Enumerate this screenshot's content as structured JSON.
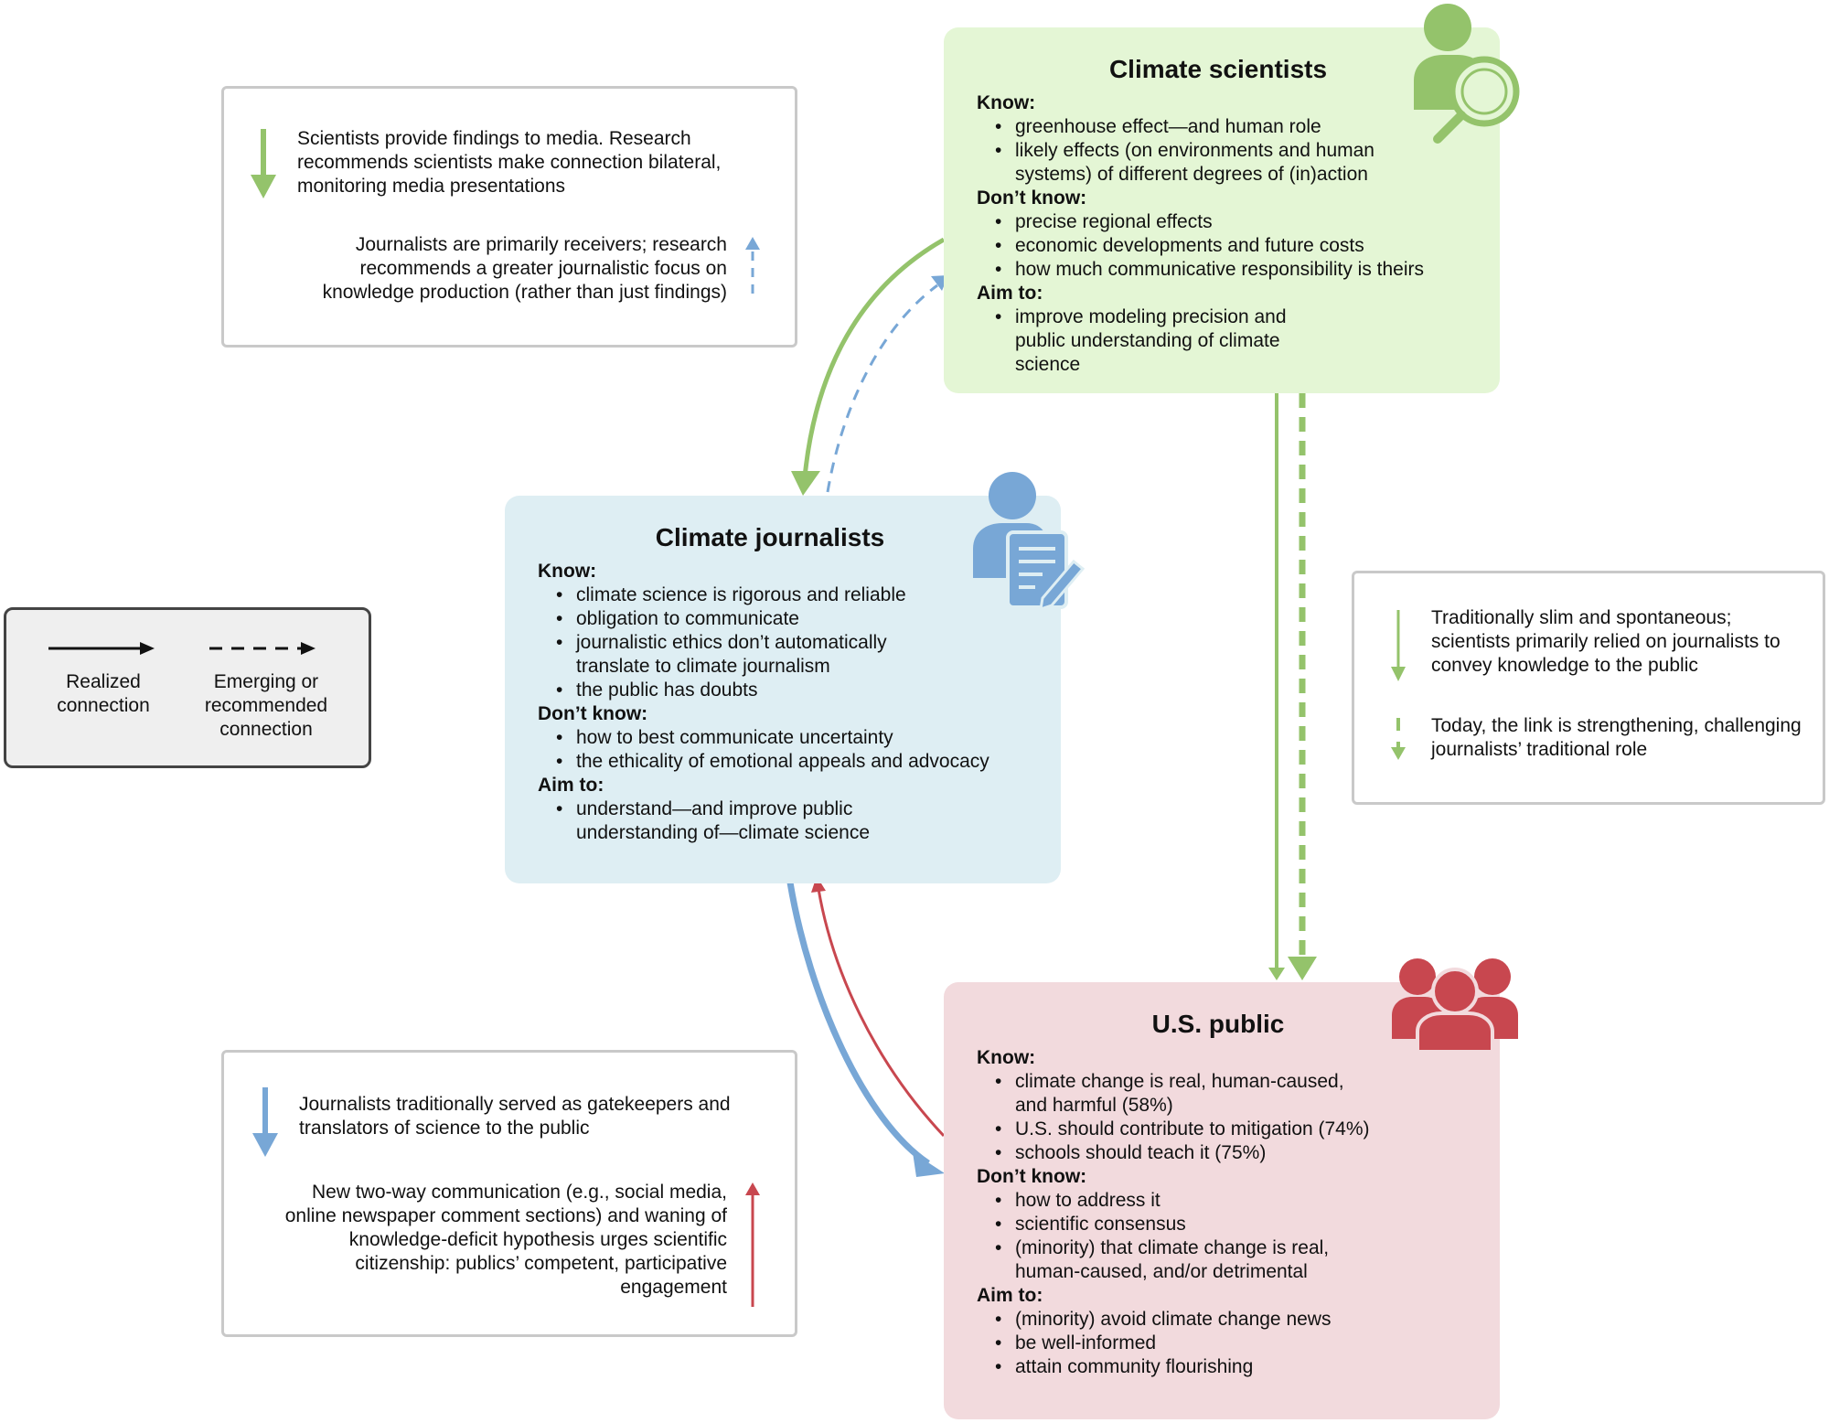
{
  "colors": {
    "green": "#94c36b",
    "blue": "#78a7d6",
    "red": "#c8474f",
    "scientists_bg": "#e4f6d5",
    "journalists_bg": "#deeef3",
    "public_bg": "#f2dadd"
  },
  "scientists": {
    "title": "Climate scientists",
    "know_label": "Know:",
    "know": [
      "greenhouse effect—and human role",
      "likely effects (on environments and human systems) of different degrees of (in)action"
    ],
    "dont_know_label": "Don’t know:",
    "dont_know": [
      "precise regional effects",
      "economic developments and future costs",
      "how much communicative responsibility is theirs"
    ],
    "aim_label": "Aim to:",
    "aim": [
      "improve modeling precision and public understanding of climate science"
    ],
    "icon": "scientist-magnifier-icon"
  },
  "journalists": {
    "title": "Climate journalists",
    "know_label": "Know:",
    "know": [
      "climate science is rigorous and reliable",
      "obligation to communicate",
      "journalistic ethics don’t automatically translate to climate journalism",
      "the public has doubts"
    ],
    "dont_know_label": "Don’t know:",
    "dont_know": [
      "how to best communicate uncertainty",
      "the ethicality of emotional appeals and advocacy"
    ],
    "aim_label": "Aim to:",
    "aim": [
      "understand—and improve public understanding of—climate science"
    ],
    "icon": "journalist-writing-icon"
  },
  "public": {
    "title": "U.S. public",
    "know_label": "Know:",
    "know": [
      "climate change is real, human-caused, and harmful (58%)",
      "U.S. should contribute to mitigation (74%)",
      "schools should teach it (75%)"
    ],
    "dont_know_label": "Don’t know:",
    "dont_know": [
      "how to address it",
      "scientific consensus",
      "(minority) that climate change is real, human-caused, and/or detrimental"
    ],
    "aim_label": "Aim to:",
    "aim": [
      "(minority) avoid climate change news",
      "be well-informed",
      "attain community flourishing"
    ],
    "icon": "group-people-icon"
  },
  "notes": {
    "sci_journ_solid": "Scientists provide findings to media. Research recommends scientists make connection bilateral, monitoring media presentations",
    "sci_journ_dashed": "Journalists are primarily receivers; research recommends a greater journalistic focus on knowledge production (rather than just findings)",
    "sci_public_solid": "Traditionally slim and spontaneous; scientists primarily relied on journalists to convey knowledge to the public",
    "sci_public_dashed": "Today, the link is strengthening, challenging journalists’ traditional role",
    "journ_public_down": "Journalists traditionally served as gatekeepers and translators of science to the public",
    "journ_public_up": "New two-way communication (e.g., social media, online newspaper comment sections) and waning of knowledge-deficit hypothesis urges scientific citizenship: publics’ competent, participative engagement"
  },
  "legend": {
    "realized": "Realized connection",
    "emerging": "Emerging or recommended connection"
  }
}
